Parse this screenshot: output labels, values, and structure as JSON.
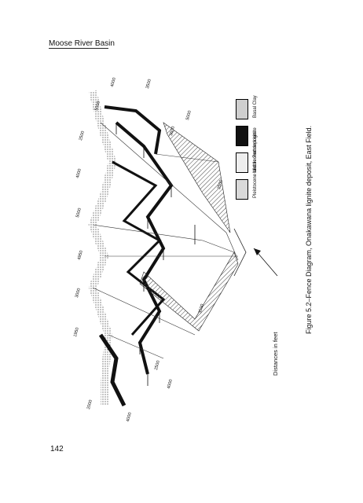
{
  "header": {
    "title": "Moose River Basin"
  },
  "page_number": "142",
  "figure": {
    "caption": "Figure 5.2–Fence Diagram, Onakawana lignite deposit, East Field.",
    "distance_label": "Distances in feet",
    "legend": [
      {
        "label": "Pleistocene and recent deposits",
        "pattern": "dotted"
      },
      {
        "label": "Middle Partner",
        "pattern": "light"
      },
      {
        "label": "Lignite",
        "pattern": "black"
      },
      {
        "label": "Basal Clay",
        "pattern": "hatched"
      }
    ],
    "distance_ticks_top": [
      "1950",
      "3000",
      "4950",
      "5000",
      "4000",
      "2500",
      "5000",
      "4000",
      "2000",
      "4000"
    ],
    "distance_ticks_bottom": [
      "3600",
      "4000",
      "2500",
      "3500",
      "2500",
      "5000",
      "3500"
    ],
    "colors": {
      "ink": "#111111",
      "paper": "#ffffff",
      "fill_gray": "#bdbdbd"
    }
  }
}
